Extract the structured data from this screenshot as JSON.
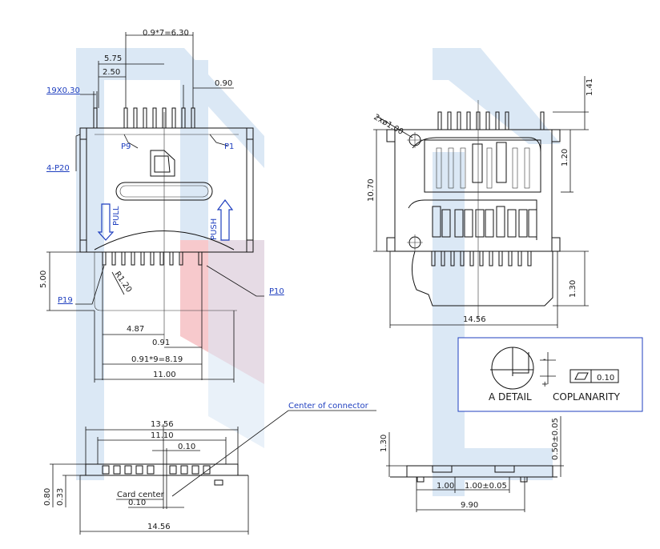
{
  "top_view": {
    "dim_pitch_total": "0.9*7=6.30",
    "dim_575": "5.75",
    "dim_250": "2.50",
    "dim_090": "0.90",
    "dim_19x030": "19X0.30",
    "label_p9": "P9",
    "label_p1": "P1",
    "label_4p20": "4-P20",
    "label_pull": "PULL",
    "label_push": "PUSH",
    "label_r120": "R1.20",
    "label_p19": "P19",
    "label_p10": "P10",
    "dim_500": "5.00",
    "dim_487": "4.87",
    "dim_091": "0.91",
    "dim_091x9": "0.91*9=8.19",
    "dim_1100": "11.00"
  },
  "right_view": {
    "dim_141": "1.41",
    "dim_2x100": "2xø1.00",
    "dim_1070": "10.70",
    "dim_120": "1.20",
    "dim_130": "1.30",
    "dim_1456": "14.56"
  },
  "detail": {
    "label_detail": "A DETAIL",
    "label_coplanarity": "COPLANARITY",
    "tolerance_value": "0.10"
  },
  "bottom_left": {
    "center_of_connector": "Center of connector",
    "dim_1356": "13.56",
    "dim_1110": "11.10",
    "dim_010_top": "0.10",
    "dim_080": "0.80",
    "dim_033": "0.33",
    "card_center": "Card center",
    "dim_010_bottom": "0.10",
    "dim_1456": "14.56"
  },
  "bottom_right": {
    "dim_130": "1.30",
    "dim_050": "0.50±0.05",
    "dim_100": "1.00",
    "dim_100tol": "1.00±0.05",
    "dim_990": "9.90"
  },
  "colors": {
    "watermark_blue": "#dbe8f5",
    "watermark_red": "#f7c9cc",
    "callout_blue": "#1f3fbf",
    "line": "#111111"
  }
}
